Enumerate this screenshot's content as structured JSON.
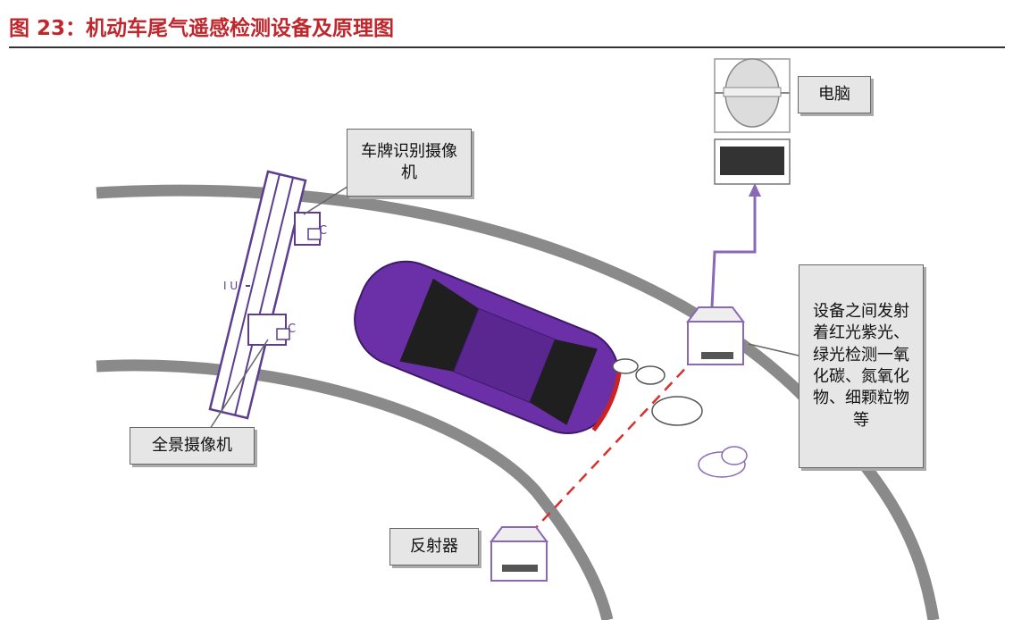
{
  "header": {
    "title": "图 23：机动车尾气遥感检测设备及原理图"
  },
  "labels": {
    "computer": "电脑",
    "plate_camera": "车牌识别摄像机",
    "panorama_camera": "全景摄像机",
    "reflector": "反射器",
    "emitter": "设备之间发射着红光紫光、绿光检测一氧化碳、氮氧化物、细颗粒物等"
  },
  "colors": {
    "title": "#c0272d",
    "car": "#6b2fa8",
    "gantry": "#5c3d8f",
    "road": "#8a8a8a",
    "laser": "#d9302c",
    "connector": "#8a68b8"
  }
}
